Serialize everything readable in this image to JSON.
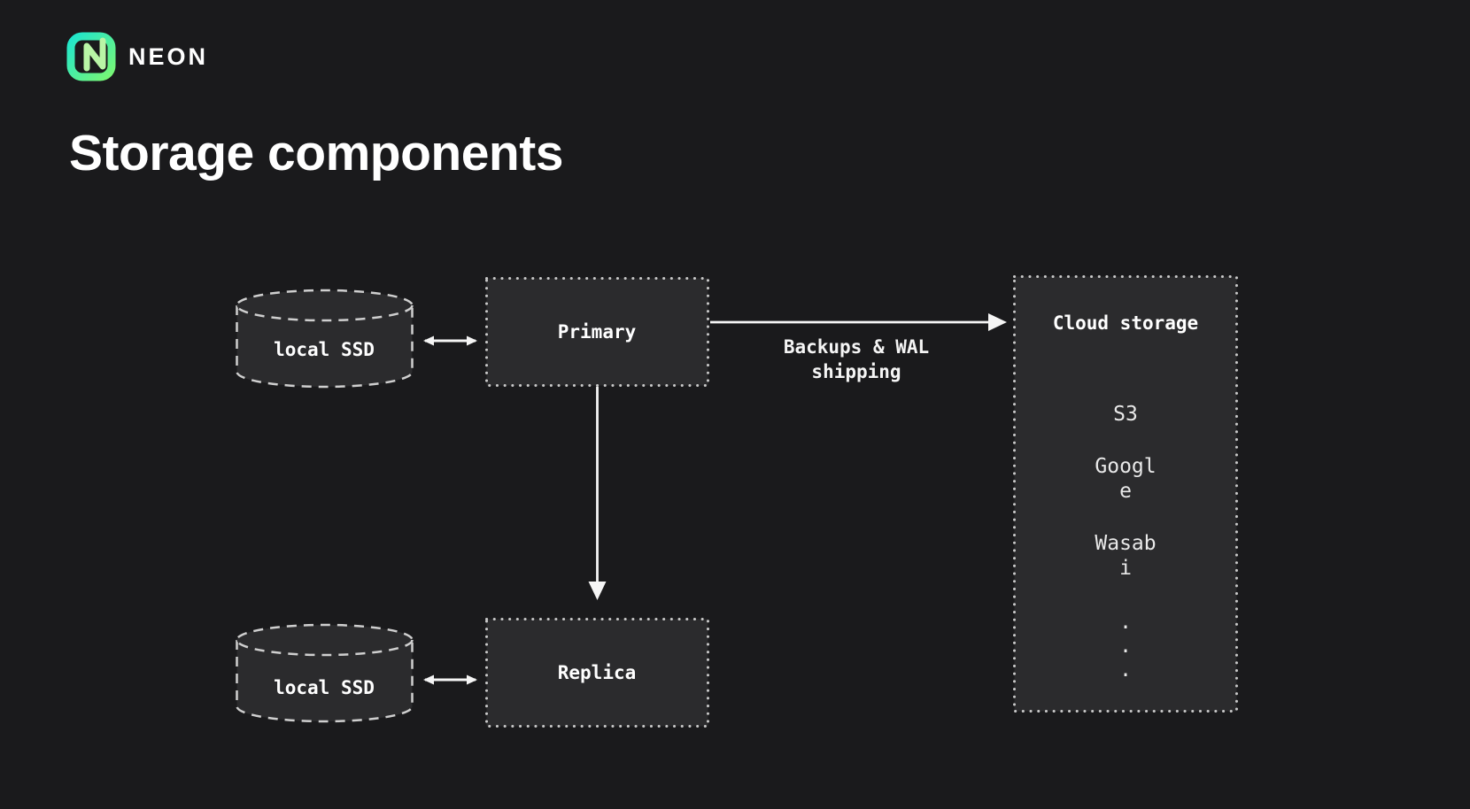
{
  "brand": {
    "name": "NEON"
  },
  "title": "Storage components",
  "diagram": {
    "nodes": {
      "local_ssd_top": "local SSD",
      "local_ssd_bottom": "local SSD",
      "primary": "Primary",
      "replica": "Replica",
      "cloud_title": "Cloud storage"
    },
    "cloud": {
      "items": [
        "S3",
        "Google",
        "Wasabi"
      ],
      "ellipsis": [
        ".",
        ".",
        "."
      ]
    },
    "edge_label": "Backups & WAL shipping"
  },
  "colors": {
    "background": "#1A1A1C",
    "node_fill": "#2B2B2D",
    "node_border": "#C9C9C9",
    "arrow": "#F5F5F5",
    "text": "#FFFFFF",
    "secondary_text": "#E9E9E9",
    "brand_gradient_start": "#1EE6CE",
    "brand_gradient_end": "#79F674",
    "brand_n_glyph": "#B9F5A6"
  }
}
